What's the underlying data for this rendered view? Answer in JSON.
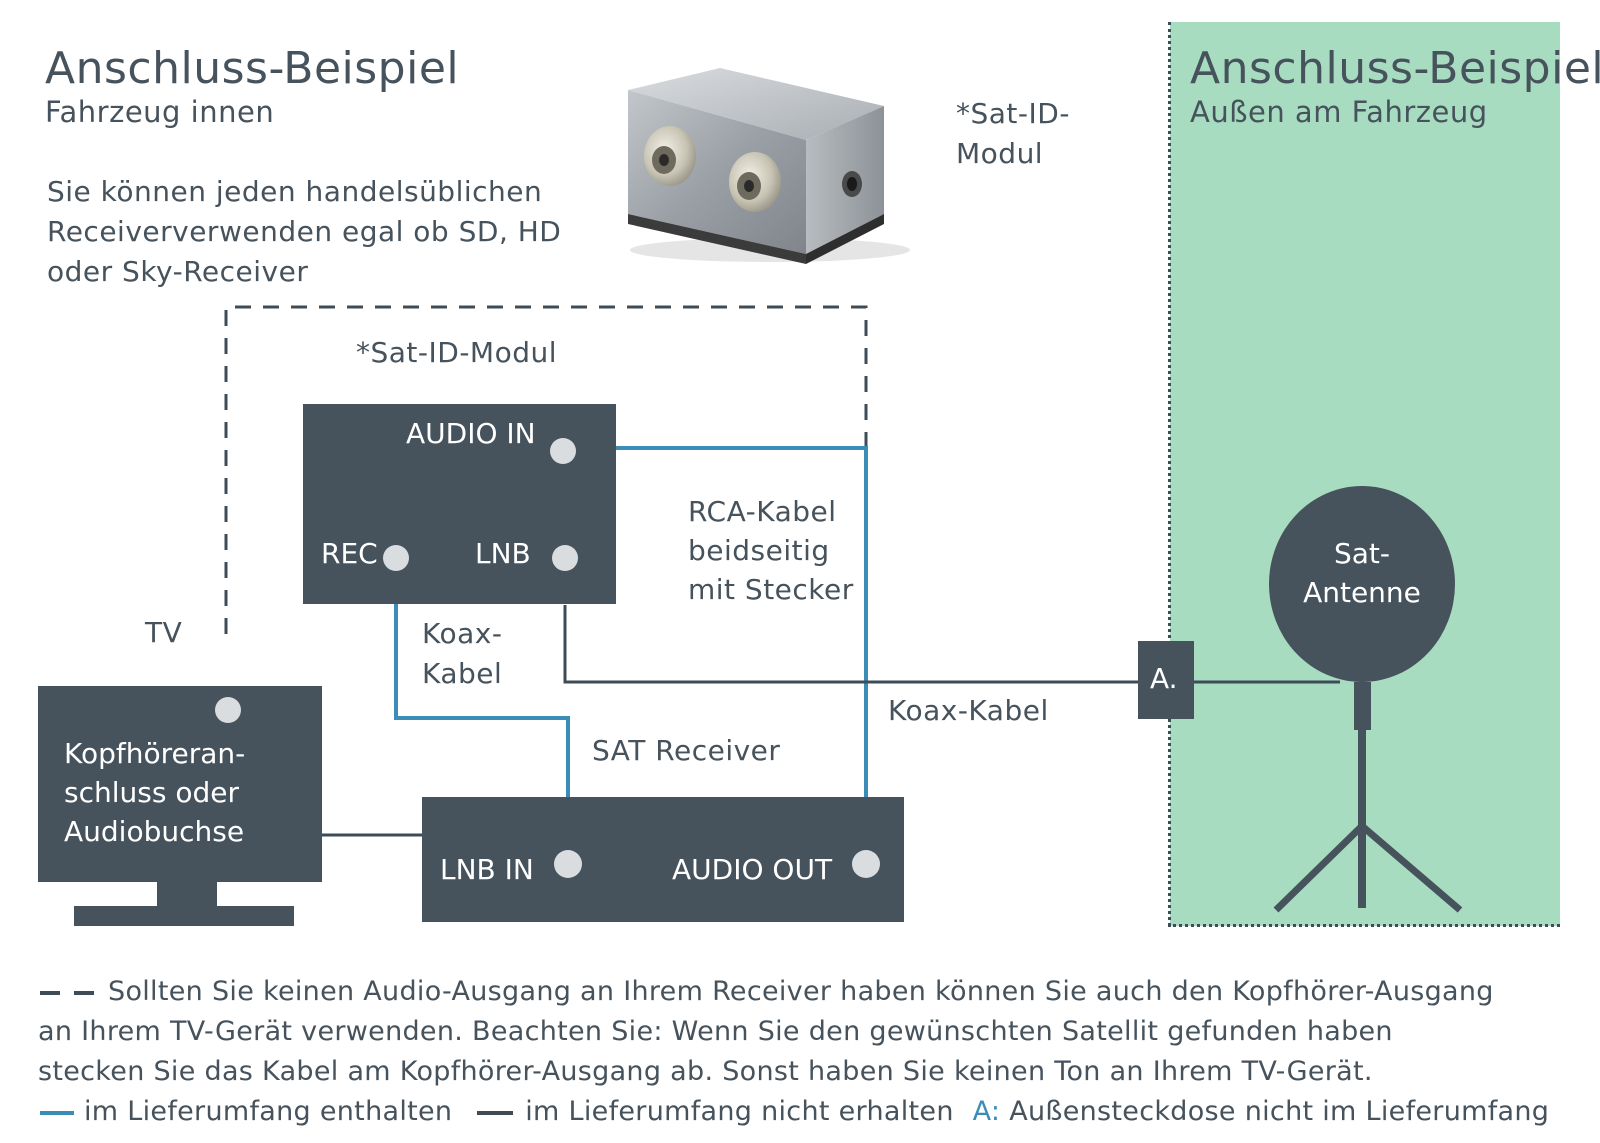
{
  "left_header": {
    "title": "Anschluss-Beispiel",
    "subtitle": "Fahrzeug innen"
  },
  "right_header": {
    "title": "Anschluss-Beispiel",
    "subtitle": "Außen am Fahrzeug"
  },
  "intro_text": {
    "line1": "Sie können jeden handelsüblichen",
    "line2": "Receiververwenden egal ob SD, HD",
    "line3": "oder Sky-Receiver"
  },
  "photo_caption": {
    "line1": "*Sat-ID-",
    "line2": "Modul"
  },
  "module": {
    "label": "*Sat-ID-Modul",
    "audio_in": "AUDIO IN",
    "rec": "REC",
    "lnb": "LNB"
  },
  "rca_label": {
    "line1": "RCA-Kabel",
    "line2": "beidseitig",
    "line3": "mit Stecker"
  },
  "koax_label_1": {
    "line1": "Koax-",
    "line2": "Kabel"
  },
  "koax_label_2": "Koax-Kabel",
  "tv": {
    "label": "TV",
    "line1": "Kopfhöreran-",
    "line2": "schluss oder",
    "line3": "Audiobuchse"
  },
  "receiver": {
    "label": "SAT Receiver",
    "lnb_in": "LNB IN",
    "audio_out": "AUDIO OUT"
  },
  "socket_label": "A.",
  "antenna": {
    "line1": "Sat-",
    "line2": "Antenne"
  },
  "notes": {
    "line1": "Sollten Sie keinen Audio-Ausgang an Ihrem Receiver haben können Sie auch den Kopfhörer-Ausgang",
    "line2": "an Ihrem TV-Gerät verwenden. Beachten Sie: Wenn Sie den gewünschten Satellit gefunden haben",
    "line3": "stecken Sie das Kabel am Kopfhörer-Ausgang ab. Sonst haben Sie keinen Ton an Ihrem TV-Gerät.",
    "legend_included": "im Lieferumfang enthalten",
    "legend_not_included": "im Lieferumfang nicht erhalten",
    "legend_a_key": "A:",
    "legend_a_text": "Außensteckdose nicht im Lieferumfang"
  },
  "colors": {
    "dark": "#46535d",
    "included_cable": "#3b8db8",
    "outside_panel": "#a8dcc0"
  }
}
